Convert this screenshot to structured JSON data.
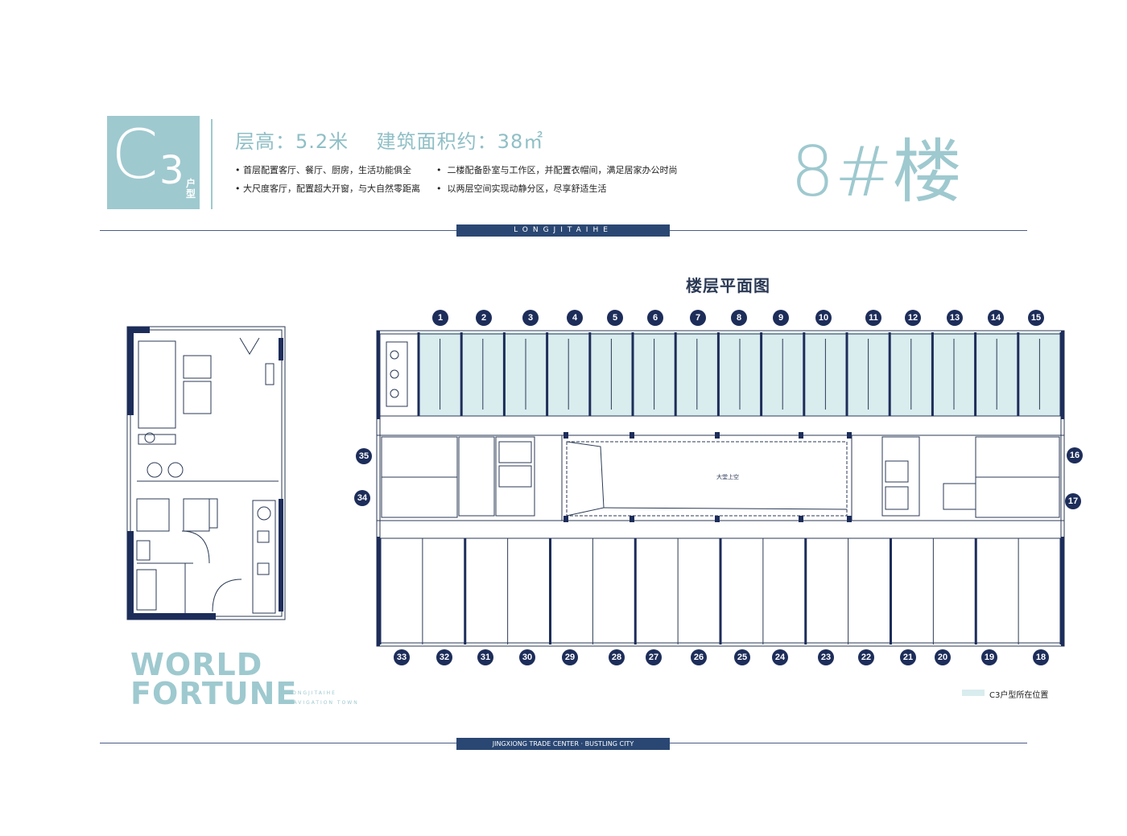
{
  "header": {
    "unit_code_main": "C",
    "unit_code_sub": "3",
    "unit_type_label": "户型",
    "spec_line": "层高：5.2米    建筑面积约：38㎡",
    "bullets_left": [
      "首层配置客厅、餐厅、厨房，生活功能俱全",
      "大尺度客厅，配置超大开窗，与大自然零距离"
    ],
    "bullets_right": [
      "二楼配备卧室与工作区，并配置衣帽间，满足居家办公时尚",
      "以两层空间实现动静分区，尽享舒适生活"
    ],
    "building": "8#楼",
    "top_bar": "LONGJITAIHE"
  },
  "floor_plan": {
    "title": "楼层平面图",
    "top_row_numbers": [
      "1",
      "2",
      "3",
      "4",
      "5",
      "6",
      "7",
      "8",
      "9",
      "10",
      "11",
      "12",
      "13",
      "14",
      "15"
    ],
    "bottom_row_numbers": [
      "33",
      "32",
      "31",
      "30",
      "29",
      "28",
      "27",
      "26",
      "25",
      "24",
      "23",
      "22",
      "21",
      "20",
      "19",
      "18"
    ],
    "left_numbers": [
      "35",
      "34"
    ],
    "right_numbers": [
      "16",
      "17"
    ],
    "atrium_label": "大堂上空",
    "highlight_color": "#d9ecee"
  },
  "brand": {
    "line1": "WORLD",
    "line2": "FORTUNE",
    "small1": "LONGJITAIHE",
    "small2": "NAVIGATION TOWN"
  },
  "legend": {
    "label": "C3户型所在位置"
  },
  "footer": {
    "bar": "JINGXIONG TRADE CENTER · BUSTLING CITY"
  },
  "colors": {
    "accent": "#9ec9cf",
    "navy": "#1d2d5a",
    "bar": "#2a4773"
  }
}
